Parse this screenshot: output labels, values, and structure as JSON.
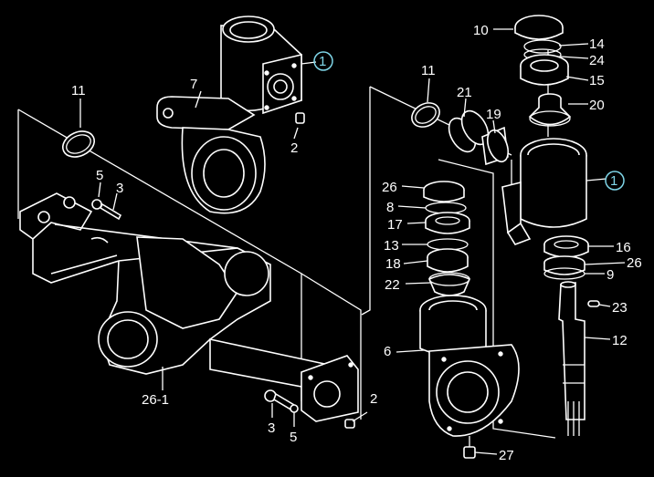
{
  "callouts": {
    "left_1": "1",
    "left_7": "7",
    "left_11": "11",
    "left_5a": "5",
    "left_3a": "3",
    "left_2a": "2",
    "left_26_1": "26-1",
    "left_3b": "3",
    "left_5b": "5",
    "left_2b": "2",
    "right_10": "10",
    "right_14": "14",
    "right_24": "24",
    "right_15": "15",
    "right_20": "20",
    "right_11": "11",
    "right_21": "21",
    "right_19": "19",
    "right_1": "1",
    "right_26a": "26",
    "right_8": "8",
    "right_17": "17",
    "right_13": "13",
    "right_18": "18",
    "right_22": "22",
    "right_16": "16",
    "right_26b": "26",
    "right_9": "9",
    "right_23": "23",
    "right_12": "12",
    "right_6": "6",
    "right_27": "27"
  },
  "colors": {
    "background": "#000000",
    "linework": "#ffffff",
    "highlight": "#7fd6e8"
  }
}
